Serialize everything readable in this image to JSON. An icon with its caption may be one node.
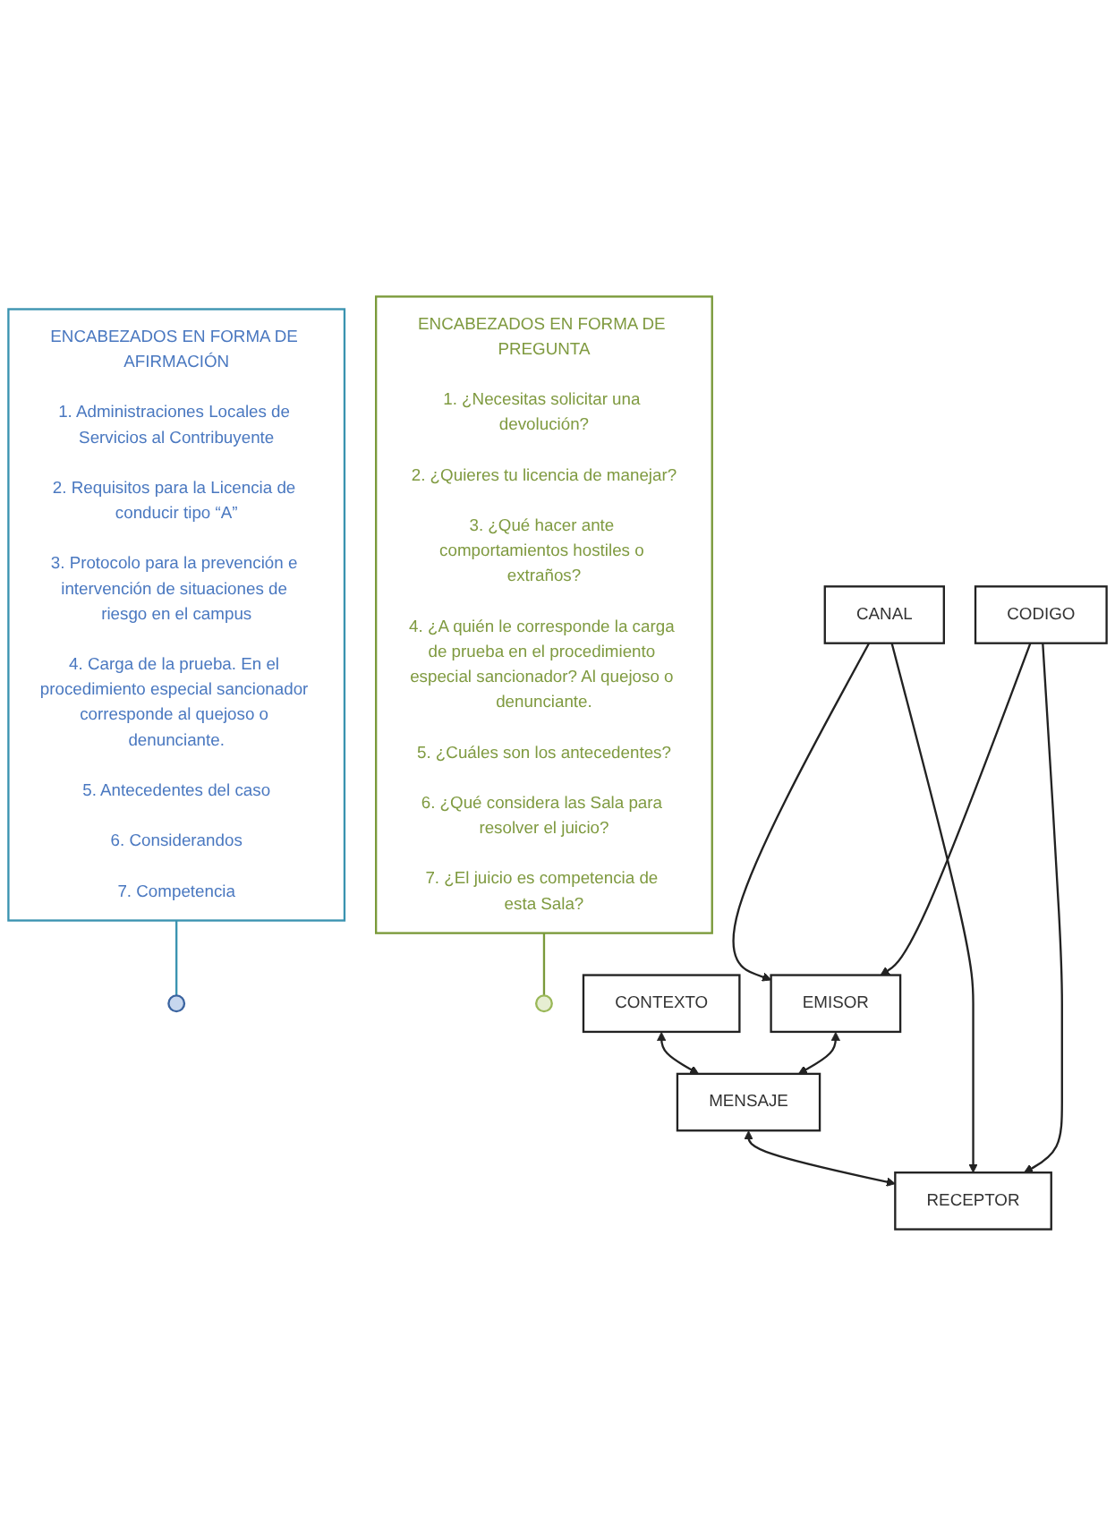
{
  "diagram": {
    "nodes": [
      {
        "text": [
          "ENCABEZADOS EN FORMA DE AFIRMACIÓN",
          "1. Administraciones Locales de Servicios al Contribuyente",
          "2. Requisitos para la Licencia de conducir tipo “A”",
          "3. Protocolo para la prevención e intervención de situaciones de riesgo en el campus",
          "4. Carga de la prueba. En el procedimiento especial sancionador corresponde al quejoso o denunciante.",
          "5. Antecedentes del caso",
          "6. Considerandos",
          "7. Competencia"
        ]
      },
      {
        "text": [
          "ENCABEZADOS EN FORMA DE PREGUNTA",
          "1. ¿Necesitas solicitar una devolución?",
          "2. ¿Quieres tu licencia de manejar?",
          "3. ¿Qué hacer ante comportamientos hostiles o extraños?",
          "4. ¿A quién le corresponde la carga de prueba en el procedimiento especial sancionador? Al quejoso o denunciante.",
          "5. ¿Cuáles son los antecedentes?",
          "6. ¿Qué considera las Sala para resolver el juicio?",
          "7. ¿El juicio es competencia de esta Sala?"
        ]
      },
      {
        "text": [],
        "shape": "circle"
      },
      {
        "text": [],
        "shape": "circle"
      },
      {
        "text": [
          "CONTEXTO"
        ]
      },
      {
        "text": [
          "EMISOR"
        ]
      },
      {
        "text": [
          "MENSAJE"
        ]
      },
      {
        "text": [
          "RECEPTOR"
        ]
      },
      {
        "text": [
          "CANAL"
        ]
      },
      {
        "text": [
          "CODIGO"
        ]
      }
    ],
    "edges": [
      {
        "from": 0,
        "to": 2,
        "arrow": "none",
        "color": "#3a93b0"
      },
      {
        "from": 1,
        "to": 3,
        "arrow": "none",
        "color": "#7a9a3a"
      },
      {
        "from": 4,
        "to": 6,
        "arrow": "both"
      },
      {
        "from": 5,
        "to": 6,
        "arrow": "both"
      },
      {
        "from": 6,
        "to": 7,
        "arrow": "both"
      },
      {
        "from": 8,
        "to": 5,
        "arrow": "to"
      },
      {
        "from": 8,
        "to": 7,
        "arrow": "to"
      },
      {
        "from": 9,
        "to": 5,
        "arrow": "to"
      },
      {
        "from": 9,
        "to": 7,
        "arrow": "to"
      }
    ]
  }
}
